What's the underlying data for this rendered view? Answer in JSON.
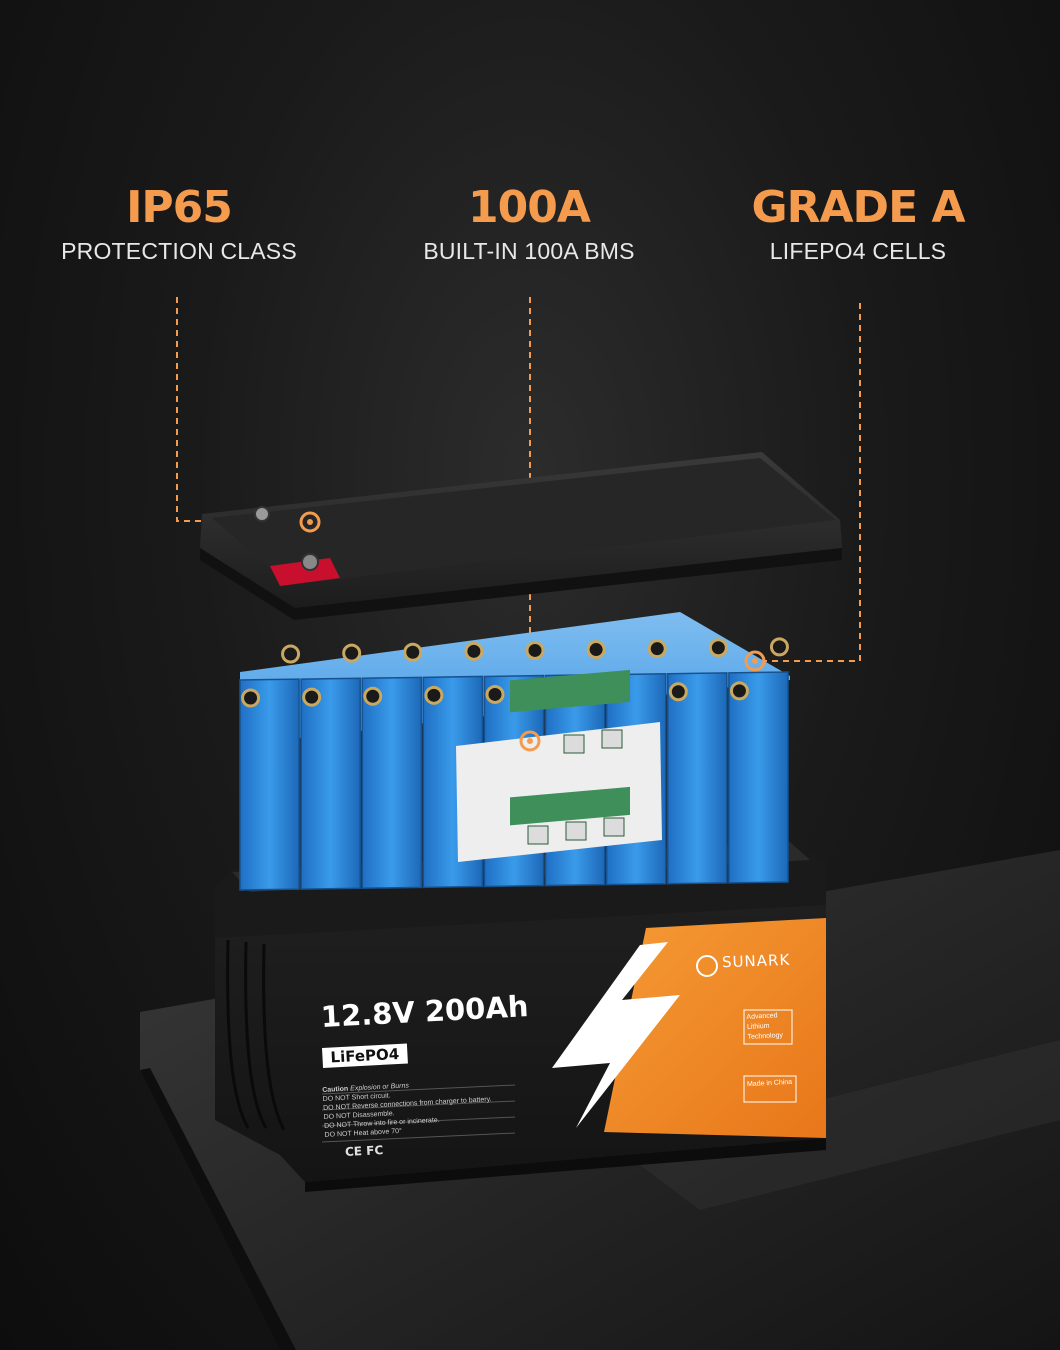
{
  "features": [
    {
      "title": "IP65",
      "subtitle": "PROTECTION CLASS"
    },
    {
      "title": "100A",
      "subtitle": "BUILT-IN 100A BMS"
    },
    {
      "title": "GRADE A",
      "subtitle": "LIFEPO4 CELLS"
    }
  ],
  "battery": {
    "brand": "SUNARK",
    "voltage_capacity": "12.8V 200Ah",
    "chemistry": "LiFePO4",
    "caution_title": "Caution",
    "caution_sub": "Explosion or Burns",
    "caution_lines": [
      "DO NOT Short circuit.",
      "DO NOT Reverse connections from charger to battery.",
      "DO NOT Disassemble.",
      "DO NOT Throw into fire or incinerate.",
      "DO NOT Heat above 70°"
    ],
    "cert_marks": "CE FC",
    "tags": [
      "Advanced",
      "Lithium",
      "Technology"
    ],
    "origin": "Made in China"
  },
  "colors": {
    "accent": "#f49b4e",
    "cell_blue": "#2f8fe0",
    "pcb_green": "#3f8f5a",
    "battery_orange": "#f28a1e"
  }
}
